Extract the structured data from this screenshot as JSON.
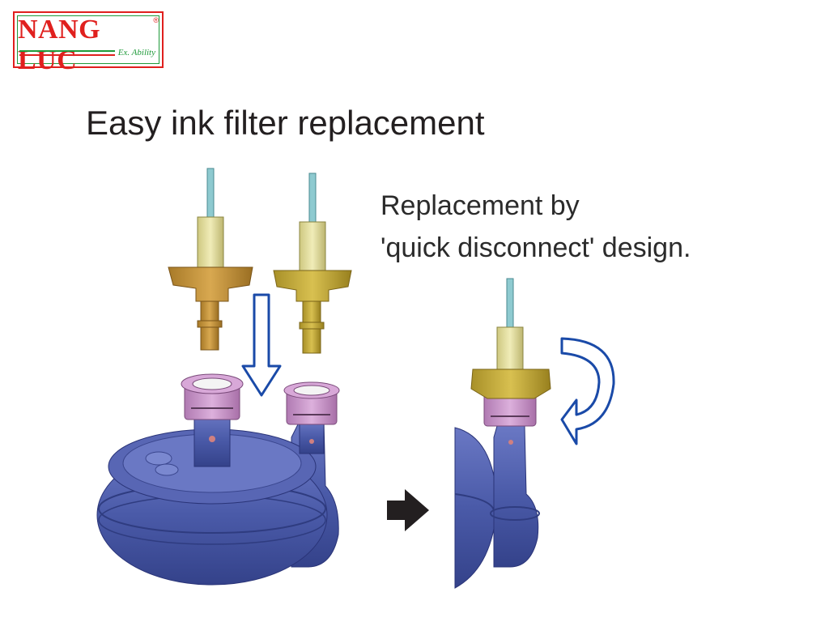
{
  "logo": {
    "main": "NANG LUC",
    "registered": "®",
    "sub": "Ex. Ability"
  },
  "title": "Easy ink filter replacement",
  "caption": {
    "line1": "Replacement by",
    "line2": "'quick disconnect' design."
  },
  "colors": {
    "tank_blue": "#4a5aa8",
    "connector_pink": "#c89ac8",
    "filter_tan": "#c8983a",
    "filter_gold": "#c8b040",
    "filter_cream": "#e6e2a0",
    "filter_stem": "#8ecad0",
    "arrow_blue": "#1a4aa8",
    "arrow_black": "#231f20"
  }
}
